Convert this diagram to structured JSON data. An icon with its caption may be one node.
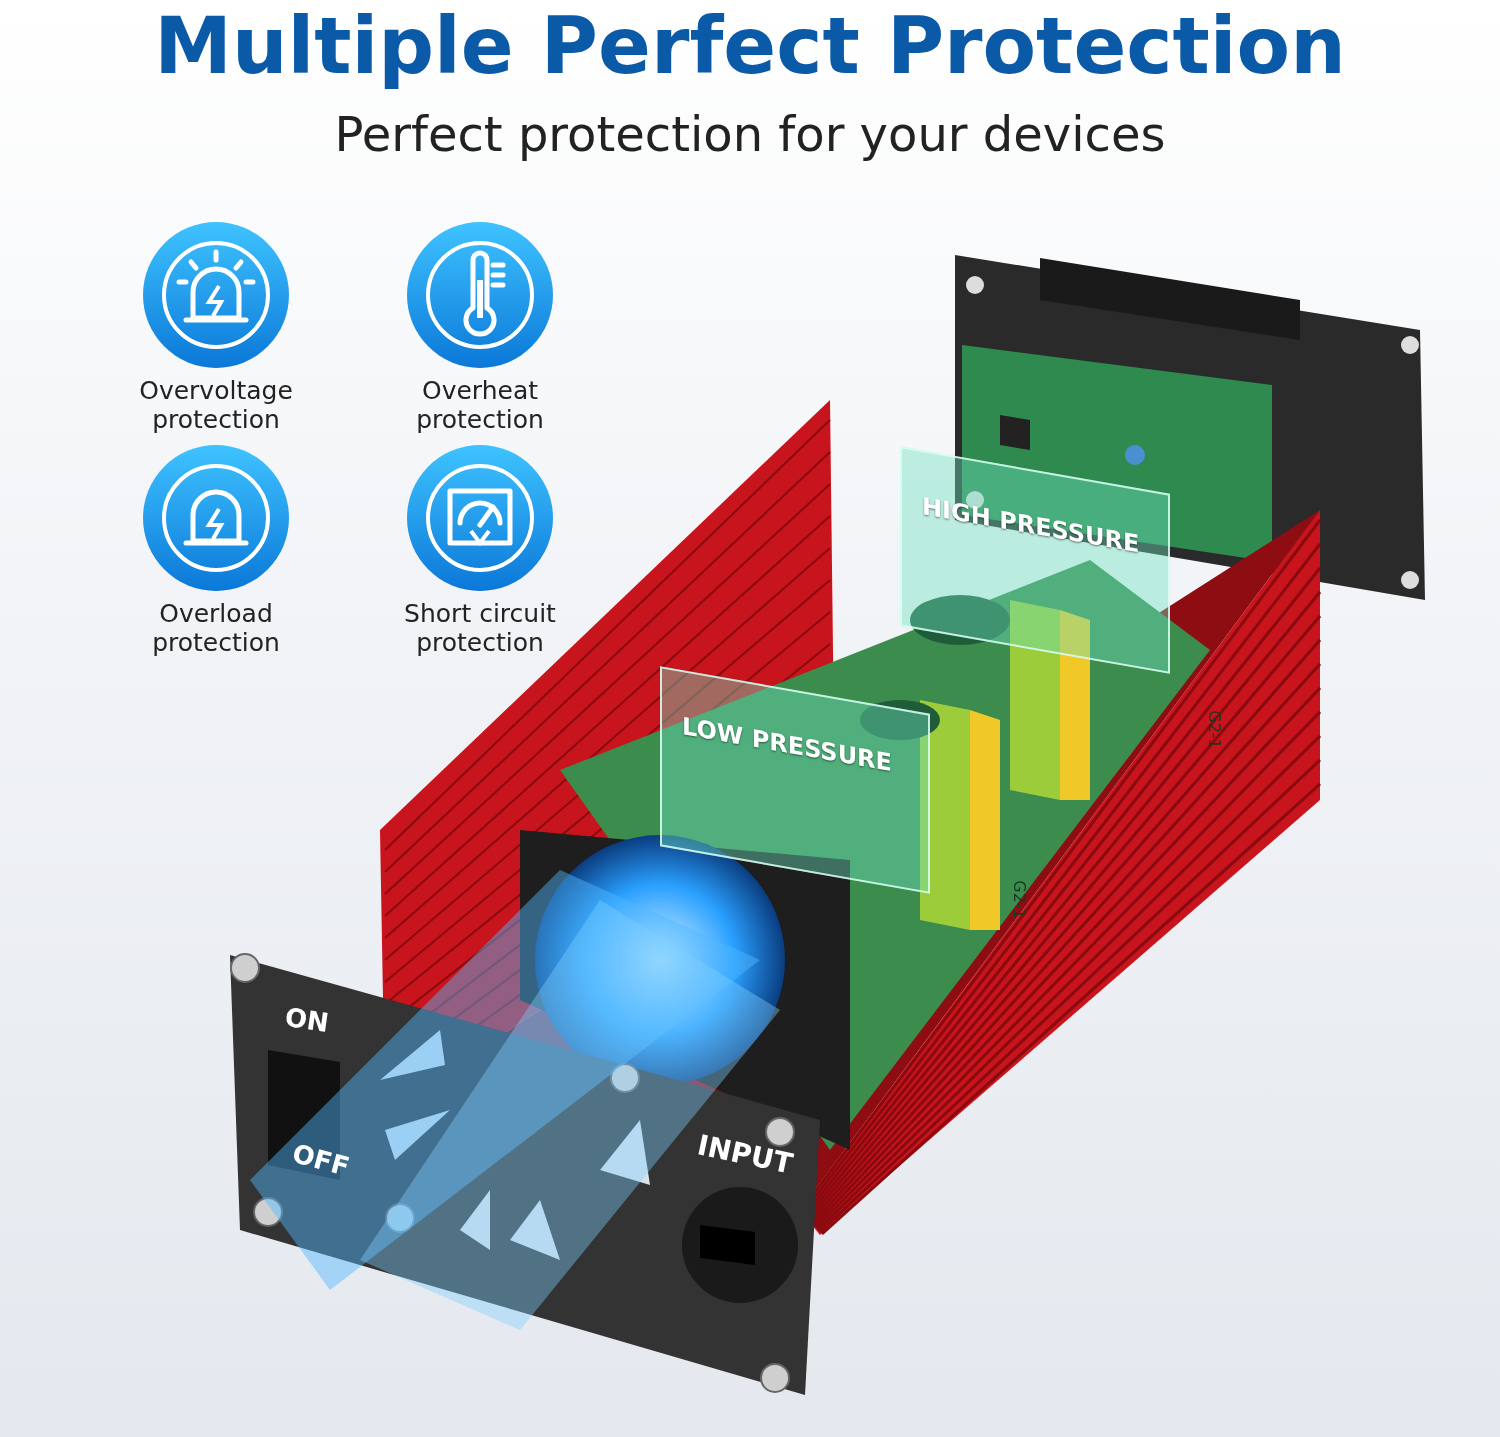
{
  "diagram": {
    "title": "Multiple Perfect Protection",
    "nodes": [
      {
        "text": [
          "Overvoltage protection"
        ]
      },
      {
        "text": [
          "Overheat protection"
        ]
      },
      {
        "text": [
          "Overload protection"
        ]
      },
      {
        "text": [
          "Short circuit protection"
        ]
      },
      {
        "text": [
          "HIGH PRESSURE"
        ]
      },
      {
        "text": [
          "LOW PRESSURE"
        ]
      }
    ],
    "labels": [
      "Perfect protection for your devices",
      "G2-1",
      "G2-1",
      "ON",
      "OFF",
      "INPUT"
    ]
  }
}
